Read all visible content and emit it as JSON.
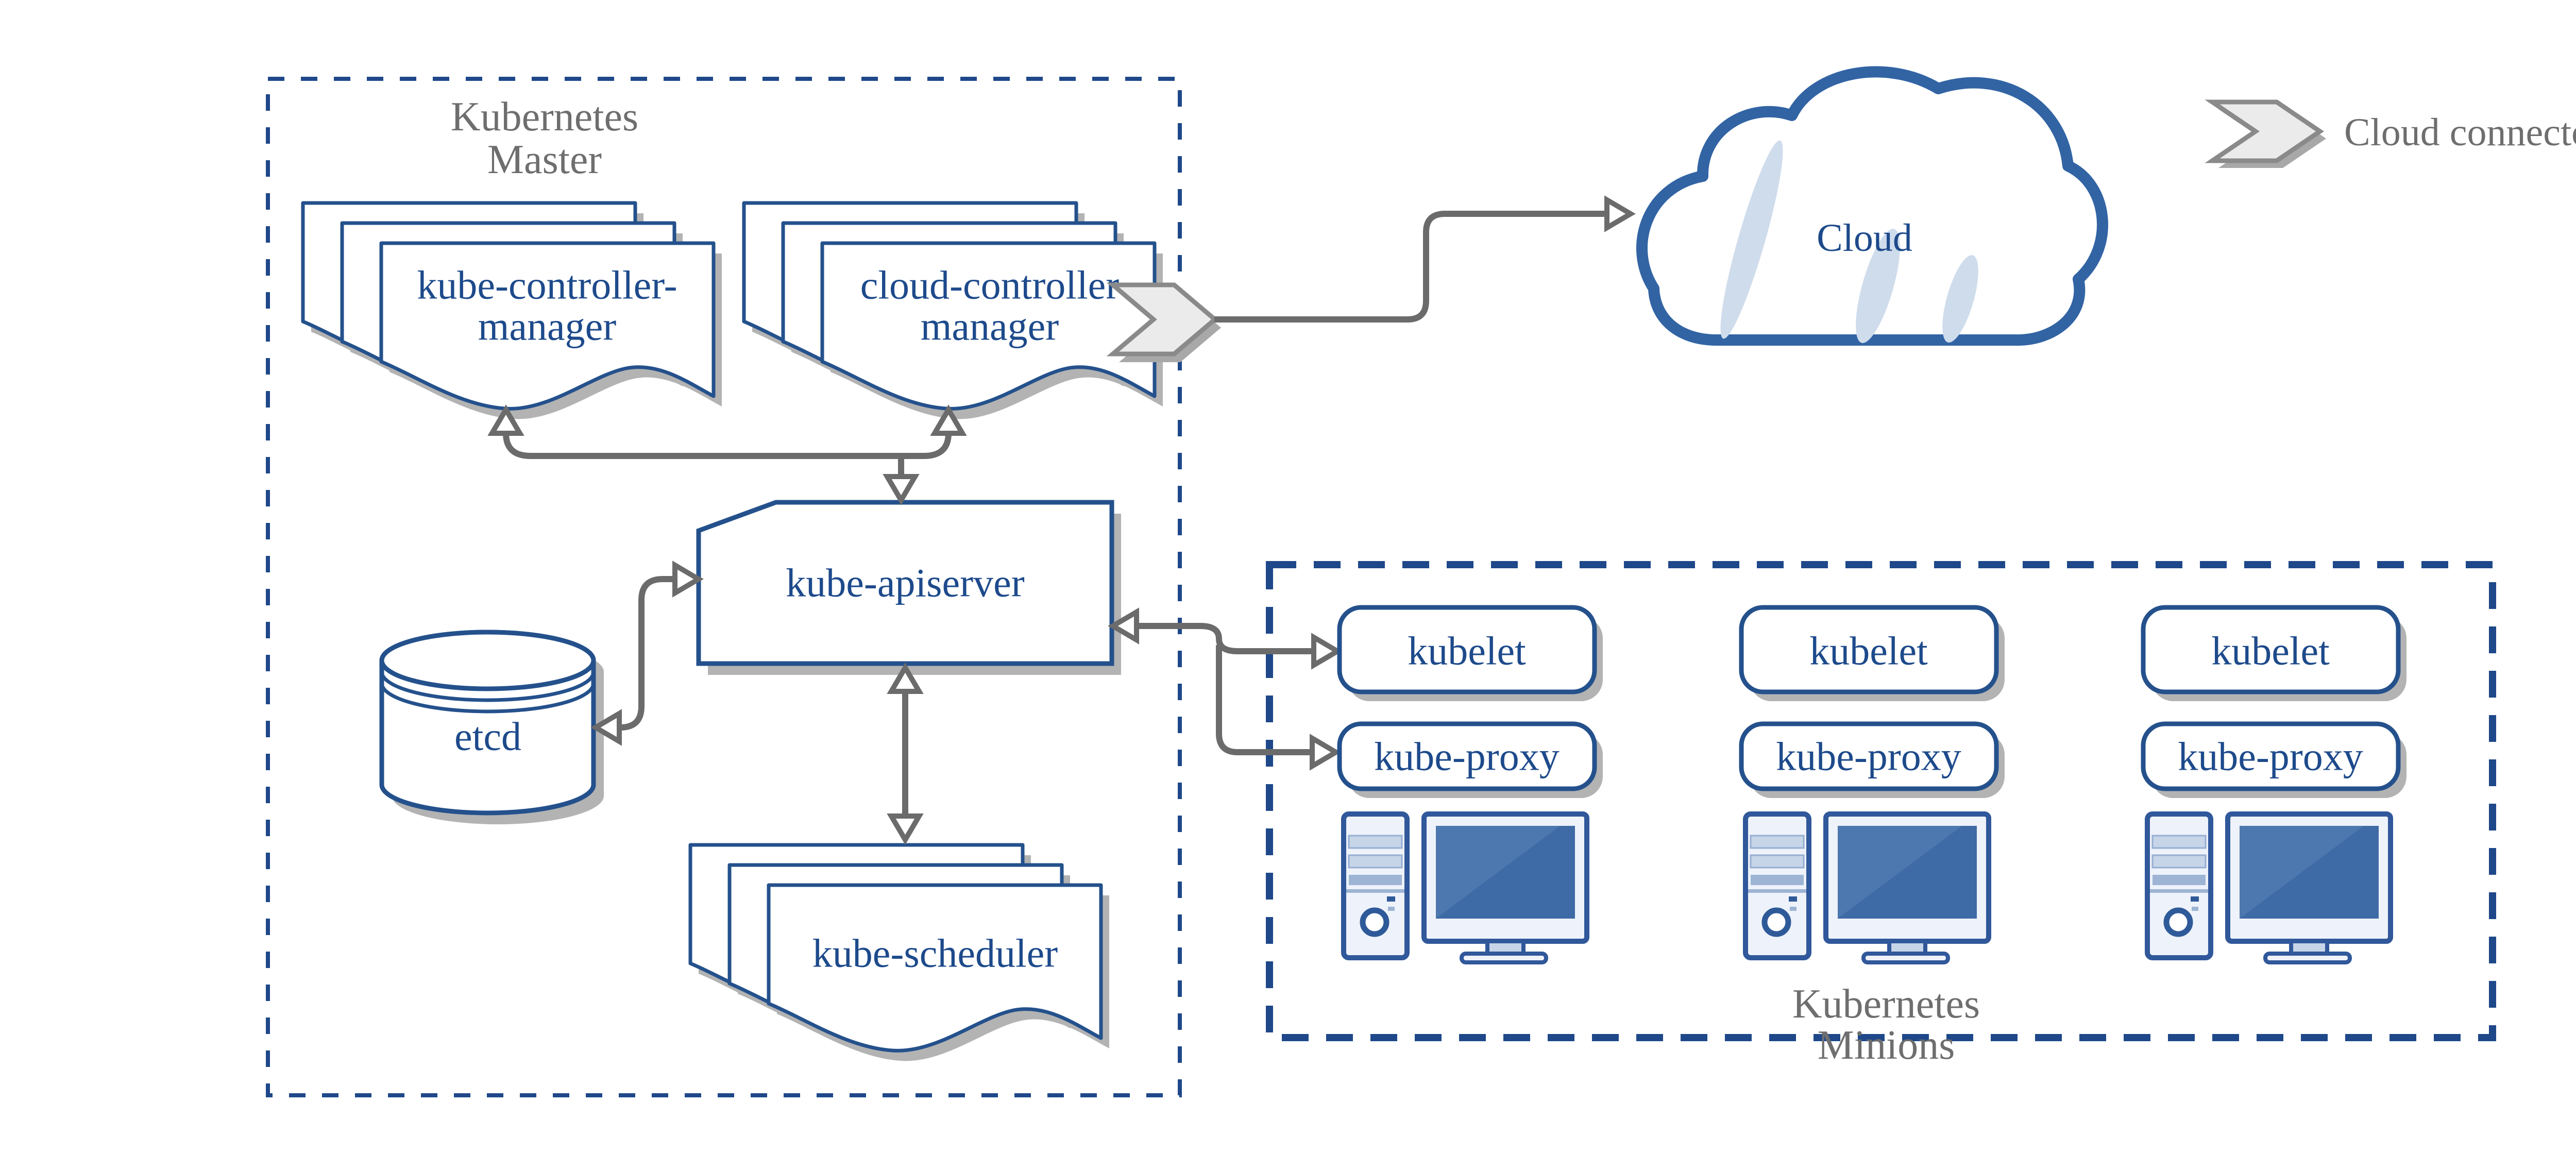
{
  "diagram": {
    "master": {
      "title_line1": "Kubernetes",
      "title_line2": "Master"
    },
    "components": {
      "kube_controller_line1": "kube-controller-",
      "kube_controller_line2": "manager",
      "cloud_controller_line1": "cloud-controller",
      "cloud_controller_line2": "manager",
      "kube_apiserver": "kube-apiserver",
      "etcd": "etcd",
      "kube_scheduler": "kube-scheduler"
    },
    "cloud": {
      "label": "Cloud"
    },
    "legend": {
      "label": "Cloud connector",
      "icon": "cloud-connector-chevron-icon"
    },
    "minions": {
      "title_line1": "Kubernetes",
      "title_line2": "Minions",
      "nodes": [
        {
          "kubelet": "kubelet",
          "kube_proxy": "kube-proxy"
        },
        {
          "kubelet": "kubelet",
          "kube_proxy": "kube-proxy"
        },
        {
          "kubelet": "kubelet",
          "kube_proxy": "kube-proxy"
        }
      ]
    },
    "icons": {
      "cloud": "cloud-shape",
      "cloud_connector": "chevron-arrow",
      "etcd_store": "database-cylinder",
      "minion_node": "desktop-computer"
    },
    "colors": {
      "component_border_blue": "#24518c",
      "component_text_blue": "#1d4a8b",
      "dashed_border_blue": "#1e4889",
      "title_gray": "#6e6e6e",
      "arrow_gray": "#6b6b6b",
      "shadow_gray": "#b3b3b3",
      "screen_blue": "#3e6aa5",
      "pc_fill_light": "#eef2fa",
      "cloud_slash_blue": "#cfdcec",
      "chevron_fill": "#ebebeb"
    }
  }
}
